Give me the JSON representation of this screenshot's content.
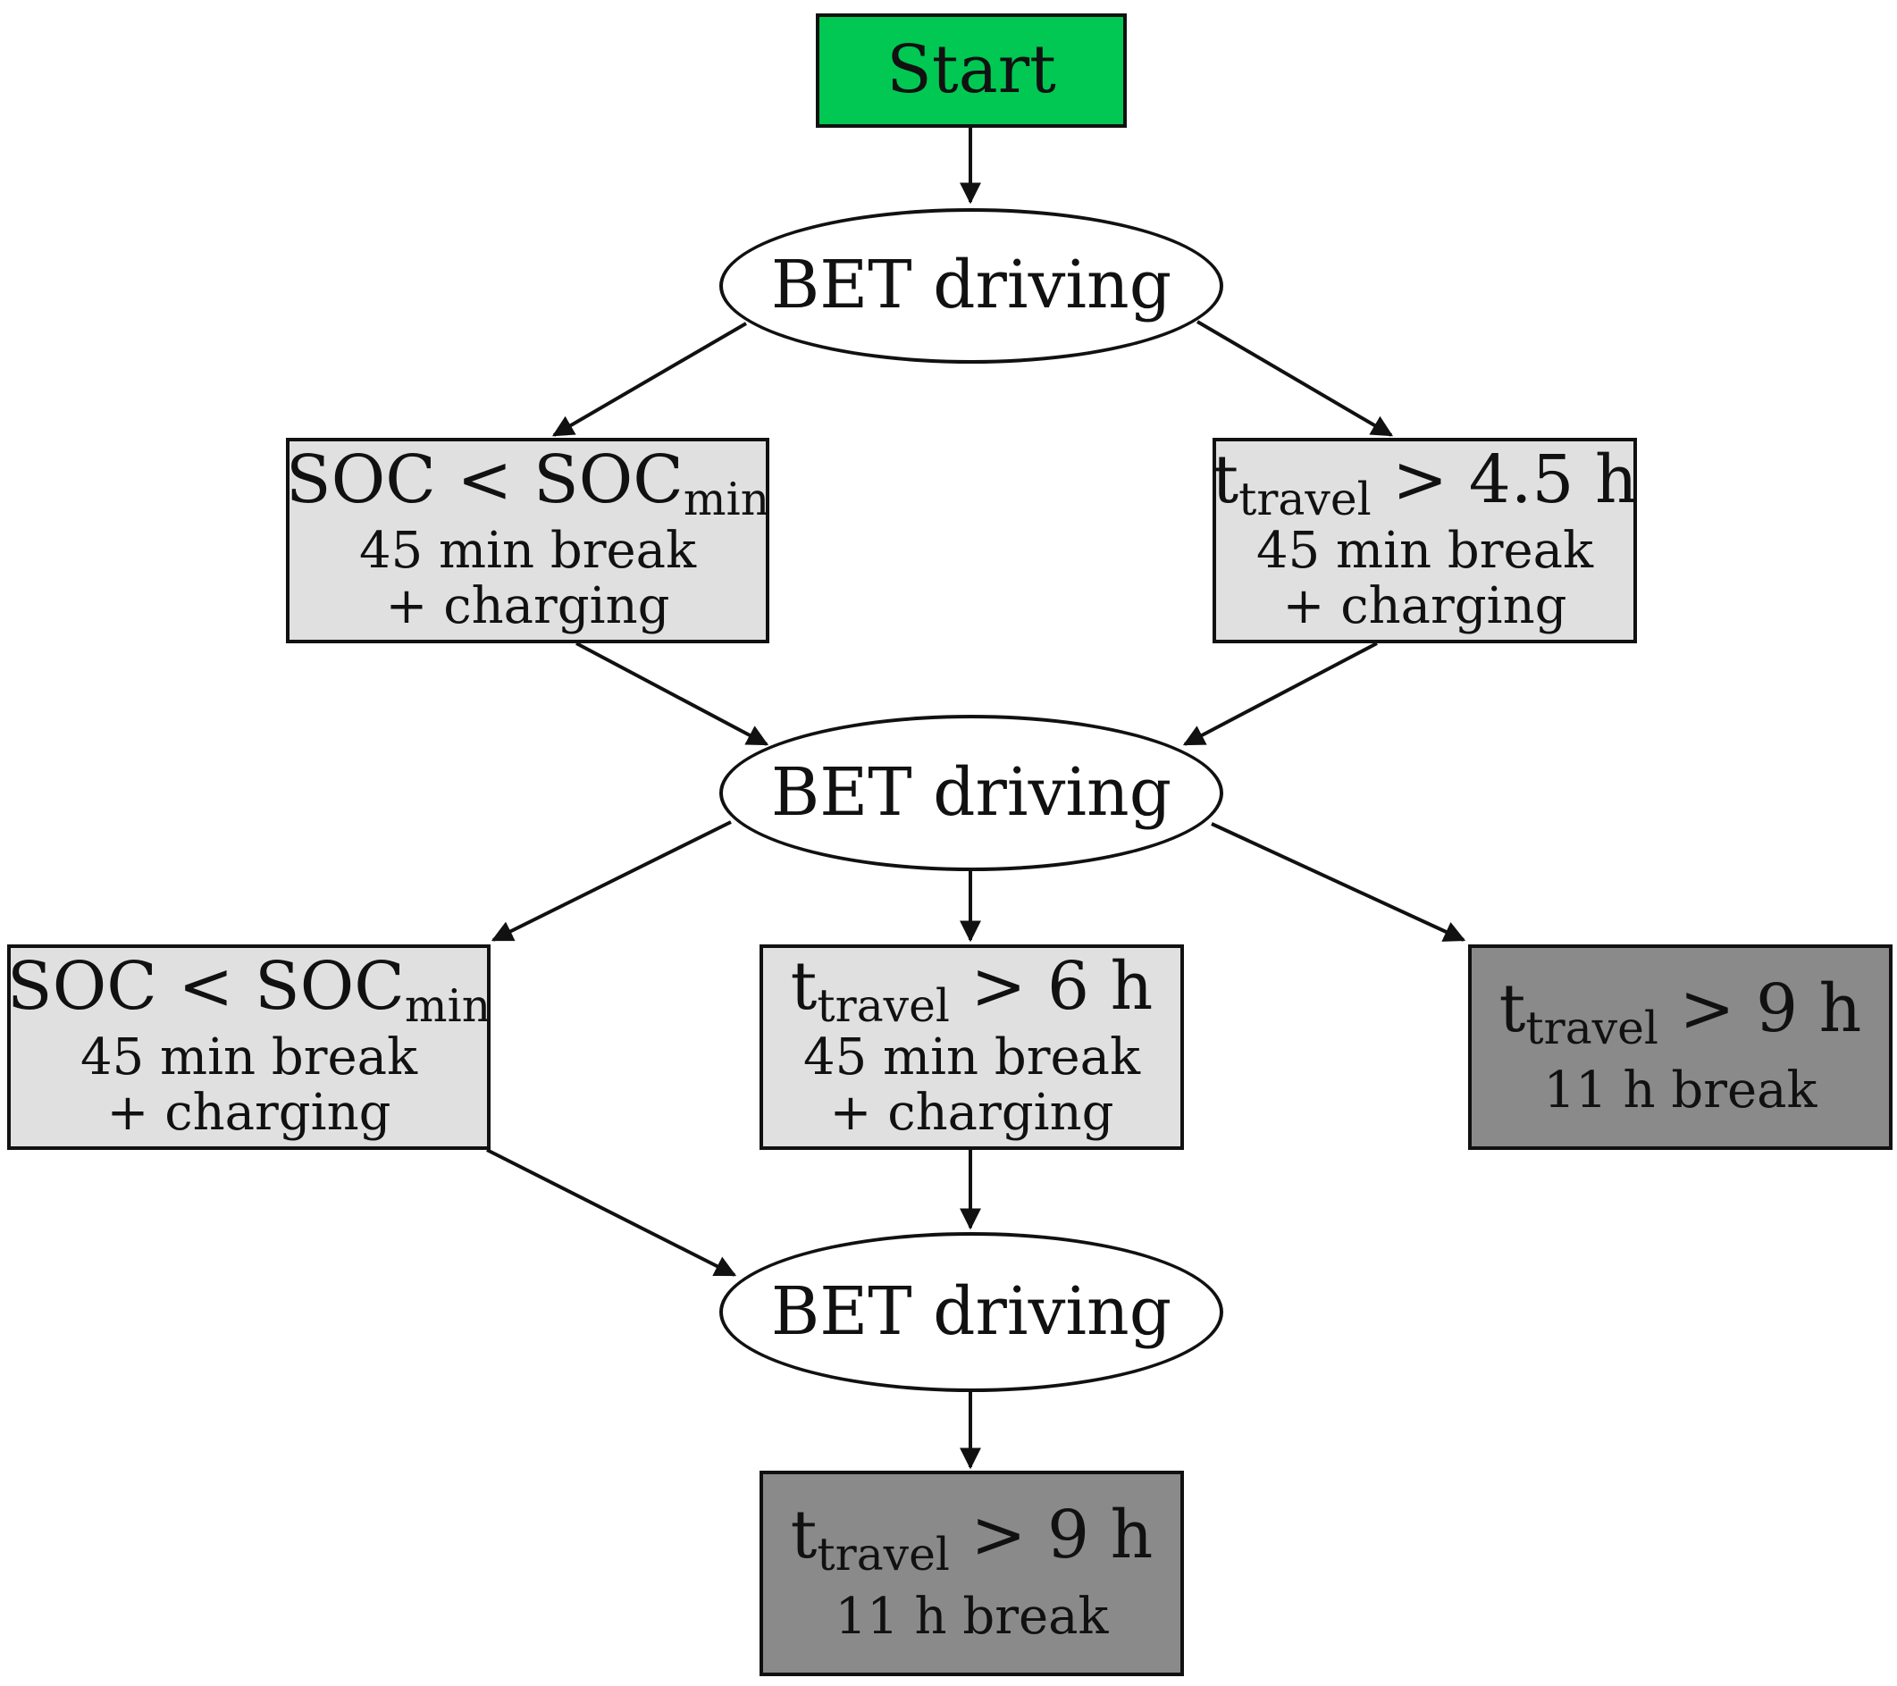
{
  "start": {
    "label": "Start",
    "color": "#00c853"
  },
  "driving_label": "BET driving",
  "soc_condition": {
    "var": "SOC",
    "op": "<",
    "var2": "SOC",
    "sub": "min"
  },
  "travel_var": {
    "var": "t",
    "sub": "travel"
  },
  "short_break": {
    "line1": "45 min break",
    "line2": "+ charging"
  },
  "long_break": {
    "text": "11 h break"
  },
  "thresholds": {
    "first": "> 4.5 h",
    "second": "> 6 h",
    "daily": "> 9 h"
  },
  "colors": {
    "light_box": "#e0e0e0",
    "dark_box": "#8a8a8a",
    "ellipse": "#ffffff",
    "stroke": "#111111"
  }
}
